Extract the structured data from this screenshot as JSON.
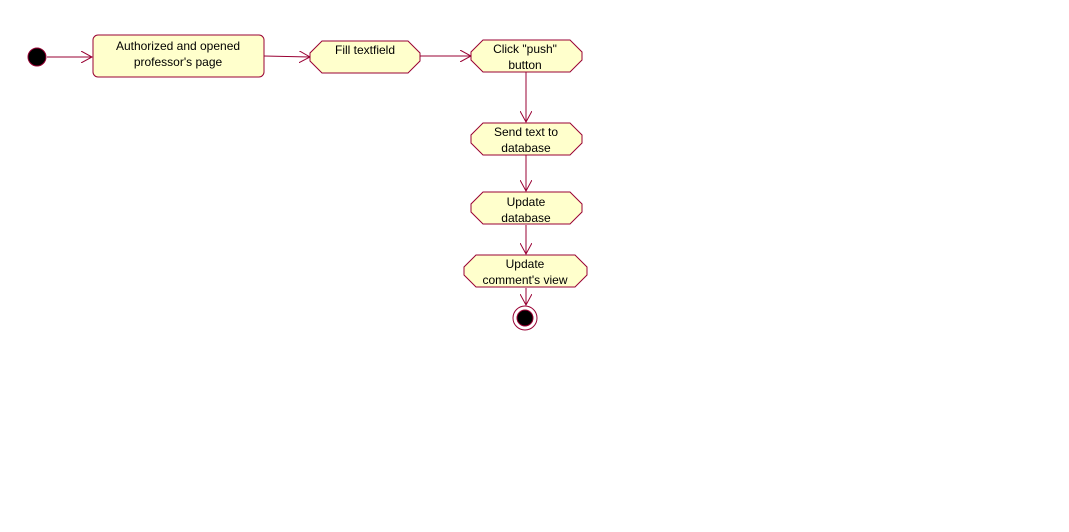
{
  "colors": {
    "node_fill": "#ffffcc",
    "node_stroke": "#990033",
    "edge": "#990033",
    "terminal_fill": "#000000",
    "background": "#ffffff"
  },
  "nodes": {
    "start": {
      "kind": "initial-state"
    },
    "opened_page": {
      "kind": "action",
      "lines": [
        "Authorized and opened",
        "professor's page"
      ]
    },
    "fill_textfield": {
      "kind": "action",
      "lines": [
        "Fill textfield"
      ]
    },
    "click_push": {
      "kind": "action",
      "lines": [
        "Click \"push\"",
        "button"
      ]
    },
    "send_text": {
      "kind": "action",
      "lines": [
        "Send text to",
        "database"
      ]
    },
    "update_database": {
      "kind": "action",
      "lines": [
        "Update",
        "database"
      ]
    },
    "update_view": {
      "kind": "action",
      "lines": [
        "Update",
        "comment's view"
      ]
    },
    "end": {
      "kind": "final-state"
    }
  },
  "edges": [
    {
      "from": "start",
      "to": "opened_page"
    },
    {
      "from": "opened_page",
      "to": "fill_textfield"
    },
    {
      "from": "fill_textfield",
      "to": "click_push"
    },
    {
      "from": "click_push",
      "to": "send_text"
    },
    {
      "from": "send_text",
      "to": "update_database"
    },
    {
      "from": "update_database",
      "to": "update_view"
    },
    {
      "from": "update_view",
      "to": "end"
    }
  ]
}
